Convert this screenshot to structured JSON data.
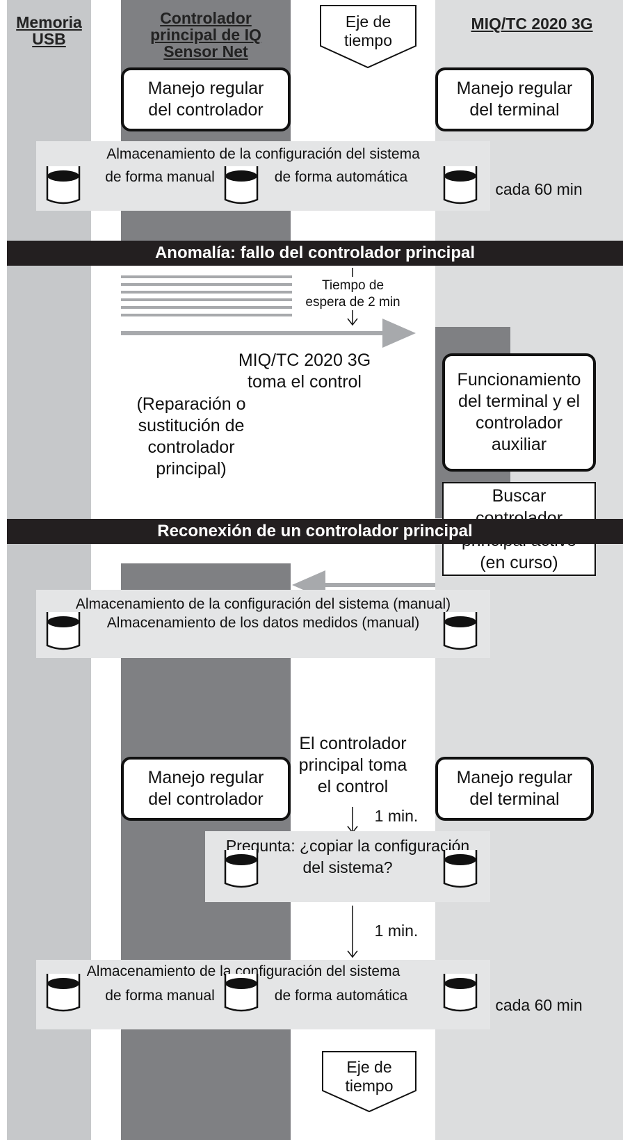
{
  "lanes": {
    "usb": "Memoria USB",
    "controller_line1": "Controlador",
    "controller_line2": "principal de IQ",
    "controller_line3": "Sensor Net",
    "terminal": "MIQ/TC 2020 3G"
  },
  "time_axis": {
    "line1": "Eje de",
    "line2": "tiempo"
  },
  "section_normal": {
    "controller_box": [
      "Manejo regular",
      "del controlador"
    ],
    "terminal_box": [
      "Manejo regular",
      "del terminal"
    ],
    "storage_title": "Almacenamiento de la configuración del sistema",
    "manual": "de forma manual",
    "automatic": "de forma automática",
    "interval": "cada 60 min"
  },
  "section_failure": {
    "banner": "Anomalía: fallo del controlador principal",
    "wait_line1": "Tiempo de",
    "wait_line2": "espera de 2 min",
    "takeover_line1": "MIQ/TC 2020 3G",
    "takeover_line2": "toma el control",
    "repair": [
      "(Reparación o",
      "sustitución de",
      "controlador",
      "principal)"
    ],
    "terminal_aux": [
      "Funcionamiento",
      "del terminal y el",
      "controlador",
      "auxiliar"
    ],
    "search": [
      "Buscar",
      "controlador",
      "principal activo",
      "(en curso)"
    ],
    "question_mark": "?",
    "storage_config": "Almacenamiento de la configuración del sistema (manual)",
    "storage_data": "Almacenamiento de los datos medidos (manual)"
  },
  "section_reconnect": {
    "banner": "Reconexión de un controlador principal",
    "takeover": [
      "El controlador",
      "principal toma",
      "el control"
    ],
    "controller_box": [
      "Manejo regular",
      "del controlador"
    ],
    "terminal_box": [
      "Manejo regular",
      "del terminal"
    ],
    "delay1": "1 min.",
    "question_line1": "Pregunta: ¿copiar la configuración",
    "question_line2": "del sistema?",
    "delay2": "1 min.",
    "storage_title": "Almacenamiento de la configuración del sistema",
    "manual": "de forma manual",
    "automatic": "de forma automática",
    "interval": "cada 60 min"
  },
  "colors": {
    "lane_usb": "#c6c8ca",
    "lane_controller": "#7f8083",
    "lane_terminal": "#dcddde",
    "panel": "#e4e5e6",
    "banner": "#231f20",
    "arrow_gray": "#a7a9ac"
  }
}
